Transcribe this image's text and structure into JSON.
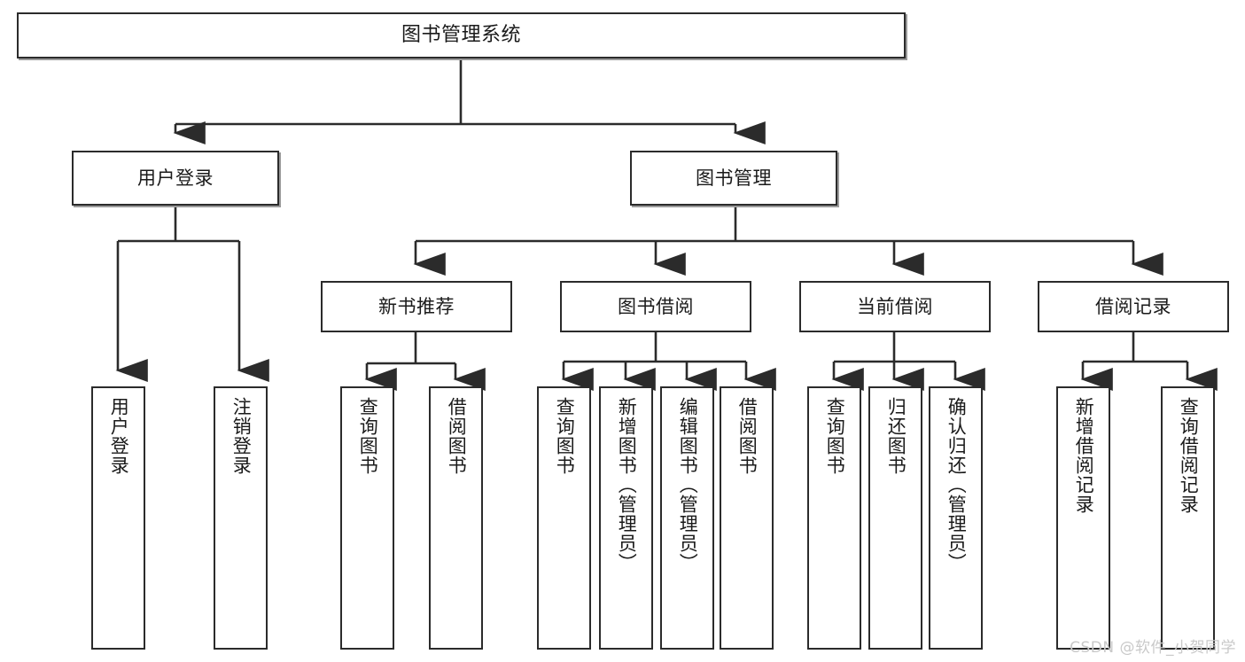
{
  "diagram": {
    "title": "图书管理系统",
    "type": "hierarchy-tree",
    "watermark": "CSDN @软件_小贺同学",
    "colors": {
      "box_border": "#2b2b2b",
      "box_fill": "#ffffff",
      "connector": "#2b2b2b",
      "text": "#1a1a1a",
      "watermark": "#c9c9c9",
      "background": "#ffffff"
    },
    "levels": {
      "root": {
        "label": "图书管理系统"
      },
      "level2": [
        {
          "id": "user-login",
          "label": "用户登录"
        },
        {
          "id": "book-manage",
          "label": "图书管理"
        }
      ],
      "level3": [
        {
          "id": "new-book-rec",
          "label": "新书推荐",
          "parent": "book-manage"
        },
        {
          "id": "book-borrow",
          "label": "图书借阅",
          "parent": "book-manage"
        },
        {
          "id": "current-borrow",
          "label": "当前借阅",
          "parent": "book-manage"
        },
        {
          "id": "borrow-record",
          "label": "借阅记录",
          "parent": "book-manage"
        }
      ],
      "leaves": [
        {
          "id": "leaf-user-login",
          "label": "用户登录",
          "parent": "user-login"
        },
        {
          "id": "leaf-logout",
          "label": "注销登录",
          "parent": "user-login"
        },
        {
          "id": "leaf-query-book-rec",
          "label": "查询图书",
          "parent": "new-book-rec"
        },
        {
          "id": "leaf-borrow-book-rec",
          "label": "借阅图书",
          "parent": "new-book-rec"
        },
        {
          "id": "leaf-query-book-borrow",
          "label": "查询图书",
          "parent": "book-borrow"
        },
        {
          "id": "leaf-add-book",
          "label": "新增图书（管理员）",
          "parent": "book-borrow"
        },
        {
          "id": "leaf-edit-book",
          "label": "编辑图书（管理员）",
          "parent": "book-borrow"
        },
        {
          "id": "leaf-borrow-book",
          "label": "借阅图书",
          "parent": "book-borrow"
        },
        {
          "id": "leaf-query-book-current",
          "label": "查询图书",
          "parent": "current-borrow"
        },
        {
          "id": "leaf-return-book",
          "label": "归还图书",
          "parent": "current-borrow"
        },
        {
          "id": "leaf-confirm-return",
          "label": "确认归还（管理员）",
          "parent": "current-borrow"
        },
        {
          "id": "leaf-add-record",
          "label": "新增借阅记录",
          "parent": "borrow-record"
        },
        {
          "id": "leaf-query-record",
          "label": "查询借阅记录",
          "parent": "borrow-record"
        }
      ]
    }
  }
}
